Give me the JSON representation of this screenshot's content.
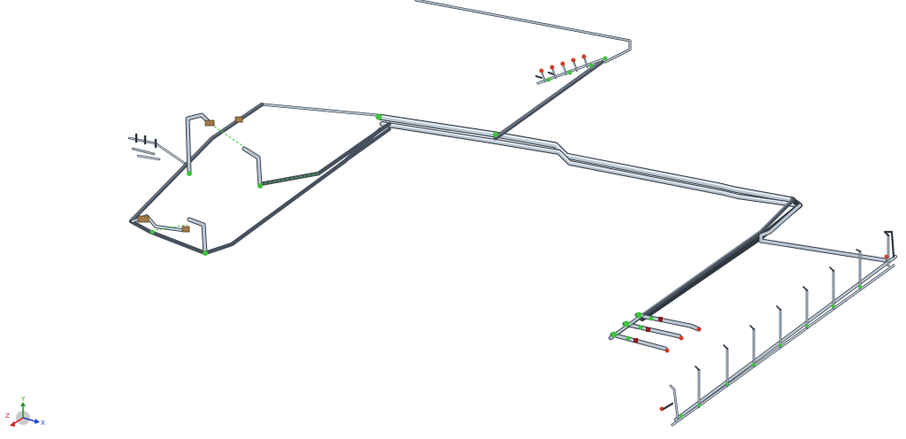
{
  "viewport": {
    "background": "#ffffff"
  },
  "colors": {
    "pipe_light": "#b9c6d2",
    "pipe_outline": "#2f3640",
    "pipe_dark": "#46505c",
    "support_green": "#3fc23f",
    "valve_red": "#d23a2a",
    "equipment_tan": "#a07a4a"
  },
  "triad": {
    "x_label": "X",
    "y_label": "Y",
    "z_label": "Z",
    "x_color": "#2040d0",
    "y_color": "#20a020",
    "z_color": "#d02020"
  },
  "icons": {
    "axis_triad": "axis-triad-icon"
  }
}
